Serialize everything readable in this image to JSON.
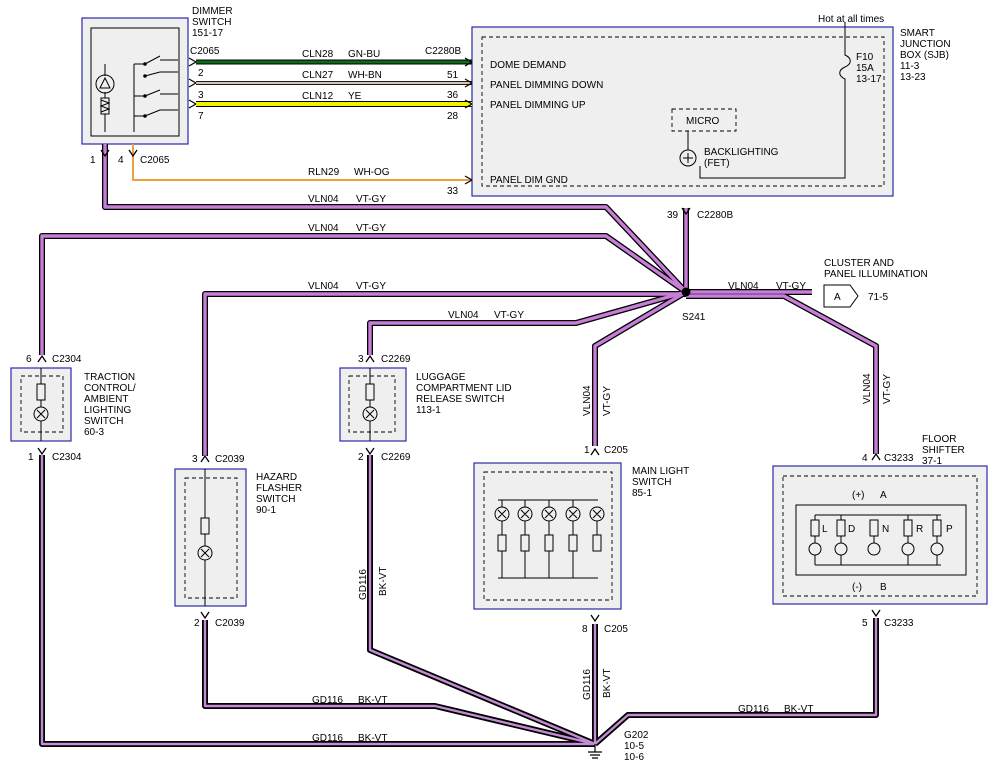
{
  "colors": {
    "vt_gy": "#c87ed8",
    "bk_vt": "#000000",
    "gn_bu": "#0c6a1a",
    "ye": "#f2f200",
    "wh_og": "#f0a040",
    "wh_bn": "#c49a7a",
    "box_border": "#2a2aa8"
  },
  "components": {
    "dimmer": {
      "line1": "DIMMER",
      "line2": "SWITCH",
      "ref": "151-17",
      "conn": "C2065",
      "conn2": "C2065",
      "pins": [
        "2",
        "3",
        "7",
        "1",
        "4"
      ]
    },
    "sjb": {
      "line1": "SMART",
      "line2": "JUNCTION",
      "line3": "BOX (SJB)",
      "ref1": "11-3",
      "ref2": "13-23",
      "hot": "Hot at all times",
      "fuse": "F10",
      "fuse_amp": "15A",
      "fuse_ref": "13-17",
      "conn": "C2280B",
      "conn_bottom": "C2280B",
      "pin_bottom": "39",
      "inputs": [
        "DOME DEMAND",
        "PANEL DIMMING DOWN",
        "PANEL DIMMING UP",
        "PANEL DIM GND"
      ],
      "pins": [
        "51",
        "36",
        "28",
        "33"
      ],
      "micro": "MICRO",
      "back1": "BACKLIGHTING",
      "back2": "(FET)"
    },
    "traction": {
      "line1": "TRACTION",
      "line2": "CONTROL/",
      "line3": "AMBIENT",
      "line4": "LIGHTING",
      "line5": "SWITCH",
      "ref": "60-3",
      "top_pin": "6",
      "top_conn": "C2304",
      "bot_pin": "1",
      "bot_conn": "C2304"
    },
    "hazard": {
      "line1": "HAZARD",
      "line2": "FLASHER",
      "line3": "SWITCH",
      "ref": "90-1",
      "top_pin": "3",
      "top_conn": "C2039",
      "bot_pin": "2",
      "bot_conn": "C2039"
    },
    "luggage": {
      "line1": "LUGGAGE",
      "line2": "COMPARTMENT LID",
      "line3": "RELEASE SWITCH",
      "ref": "113-1",
      "top_pin": "3",
      "top_conn": "C2269",
      "bot_pin": "2",
      "bot_conn": "C2269"
    },
    "mainlight": {
      "line1": "MAIN LIGHT",
      "line2": "SWITCH",
      "ref": "85-1",
      "top_pin": "1",
      "top_conn": "C205",
      "bot_pin": "8",
      "bot_conn": "C205"
    },
    "shifter": {
      "line1": "FLOOR",
      "line2": "SHIFTER",
      "ref": "37-1",
      "top_pin": "4",
      "top_conn": "C3233",
      "bot_pin": "5",
      "bot_conn": "C3233",
      "plus": "(+)",
      "minus": "(-)",
      "a": "A",
      "b": "B",
      "gears": [
        "L",
        "D",
        "N",
        "R",
        "P"
      ]
    },
    "cluster": {
      "line1": "CLUSTER AND",
      "line2": "PANEL ILLUMINATION",
      "conn": "A",
      "ref": "71-5"
    }
  },
  "wires": {
    "cln28": "CLN28",
    "gn_bu": "GN-BU",
    "cln27": "CLN27",
    "wh_bn": "WH-BN",
    "cln12": "CLN12",
    "ye": "YE",
    "rln29": "RLN29",
    "wh_og": "WH-OG",
    "vln04": "VLN04",
    "vt_gy": "VT-GY",
    "gd116": "GD116",
    "bk_vt": "BK-VT"
  },
  "splice": {
    "name": "S241"
  },
  "ground": {
    "name": "G202",
    "ref1": "10-5",
    "ref2": "10-6"
  }
}
